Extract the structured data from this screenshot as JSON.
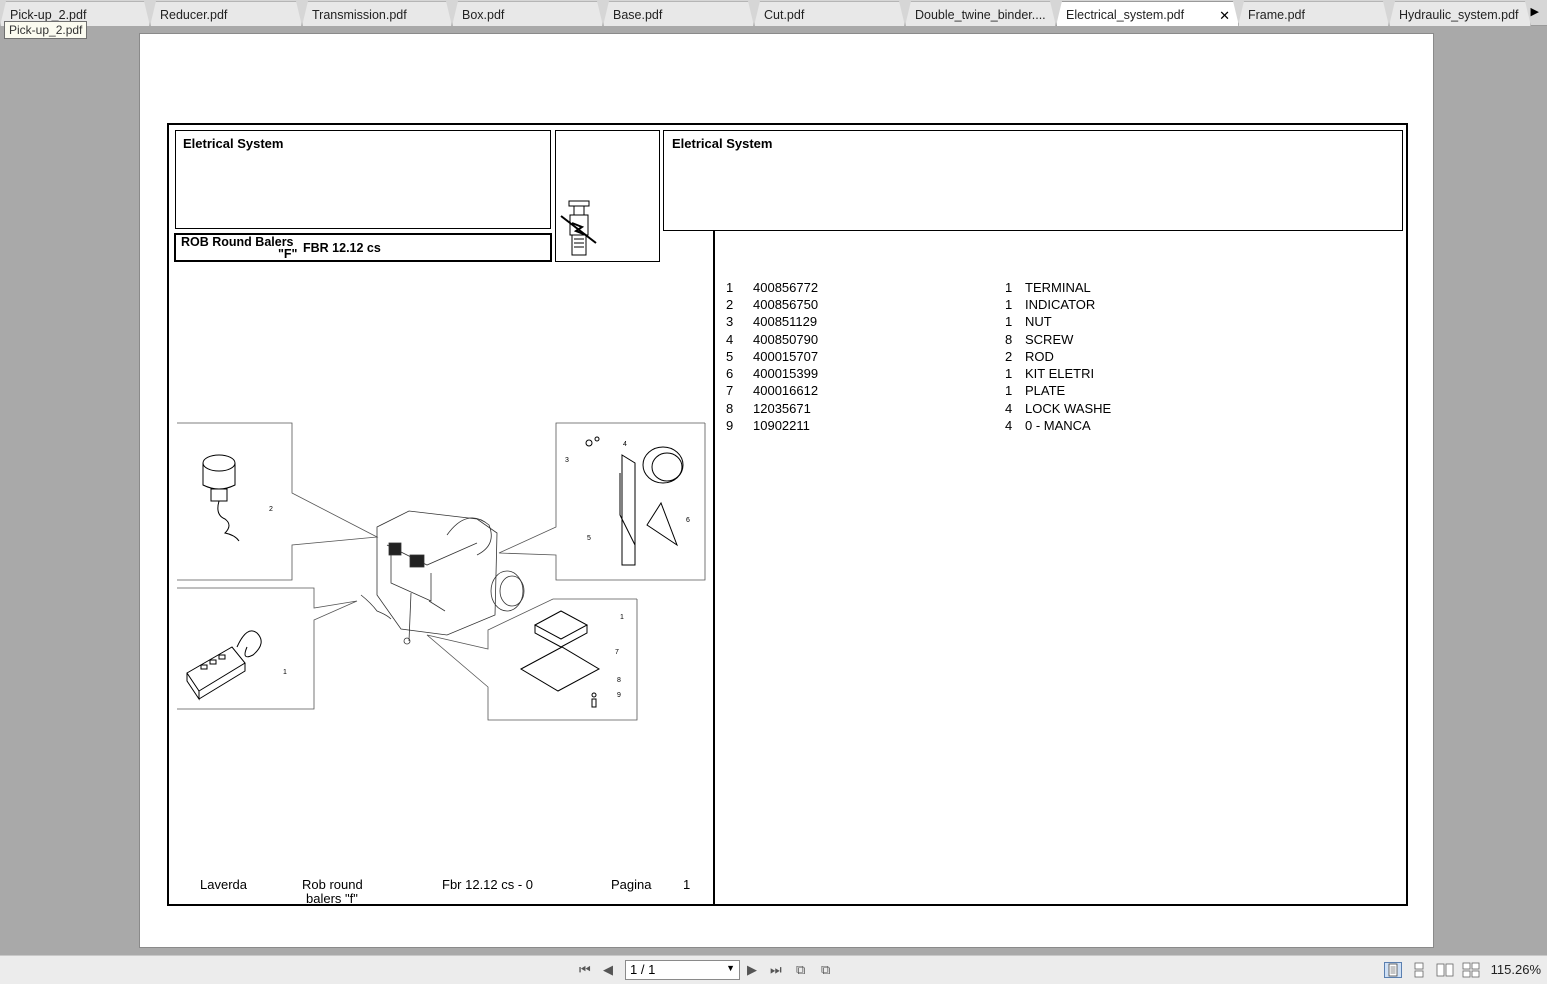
{
  "tabs": [
    {
      "label": "Pick-up_2.pdf"
    },
    {
      "label": "Reducer.pdf"
    },
    {
      "label": "Transmission.pdf"
    },
    {
      "label": "Box.pdf"
    },
    {
      "label": "Base.pdf"
    },
    {
      "label": "Cut.pdf"
    },
    {
      "label": "Double_twine_binder...."
    },
    {
      "label": "Electrical_system.pdf",
      "active": true
    },
    {
      "label": "Frame.pdf"
    },
    {
      "label": "Hydraulic_system.pdf"
    }
  ],
  "tooltip": "Pick-up_2.pdf",
  "document": {
    "title_left": "Eletrical System",
    "subtitle_line1": "ROB Round Balers",
    "subtitle_line2": "\"F\"",
    "subtitle_model": "FBR 12.12 cs",
    "title_right": "Eletrical System",
    "parts": [
      {
        "pos": "1",
        "code": "400856772",
        "qty": "1",
        "desc": "TERMINAL"
      },
      {
        "pos": "2",
        "code": "400856750",
        "qty": "1",
        "desc": "INDICATOR"
      },
      {
        "pos": "3",
        "code": "400851129",
        "qty": "1",
        "desc": "NUT"
      },
      {
        "pos": "4",
        "code": "400850790",
        "qty": "8",
        "desc": "SCREW"
      },
      {
        "pos": "5",
        "code": "400015707",
        "qty": "2",
        "desc": "ROD"
      },
      {
        "pos": "6",
        "code": "400015399",
        "qty": "1",
        "desc": "KIT ELETRI"
      },
      {
        "pos": "7",
        "code": "400016612",
        "qty": "1",
        "desc": "PLATE"
      },
      {
        "pos": "8",
        "code": "12035671",
        "qty": "4",
        "desc": "LOCK WASHE"
      },
      {
        "pos": "9",
        "code": "10902211",
        "qty": "4",
        "desc": "0 - MANCA"
      }
    ],
    "footer": {
      "brand": "Laverda",
      "product_line1": "Rob round",
      "product_line2": "balers \"f\"",
      "model": "Fbr 12.12 cs - 0",
      "page_label": "Pagina",
      "page_number": "1"
    },
    "callouts": [
      "1",
      "2",
      "3",
      "4",
      "5",
      "6",
      "7",
      "8",
      "9",
      "1"
    ]
  },
  "toolbar": {
    "page_indicator": "1 / 1",
    "zoom": "115.26%"
  }
}
